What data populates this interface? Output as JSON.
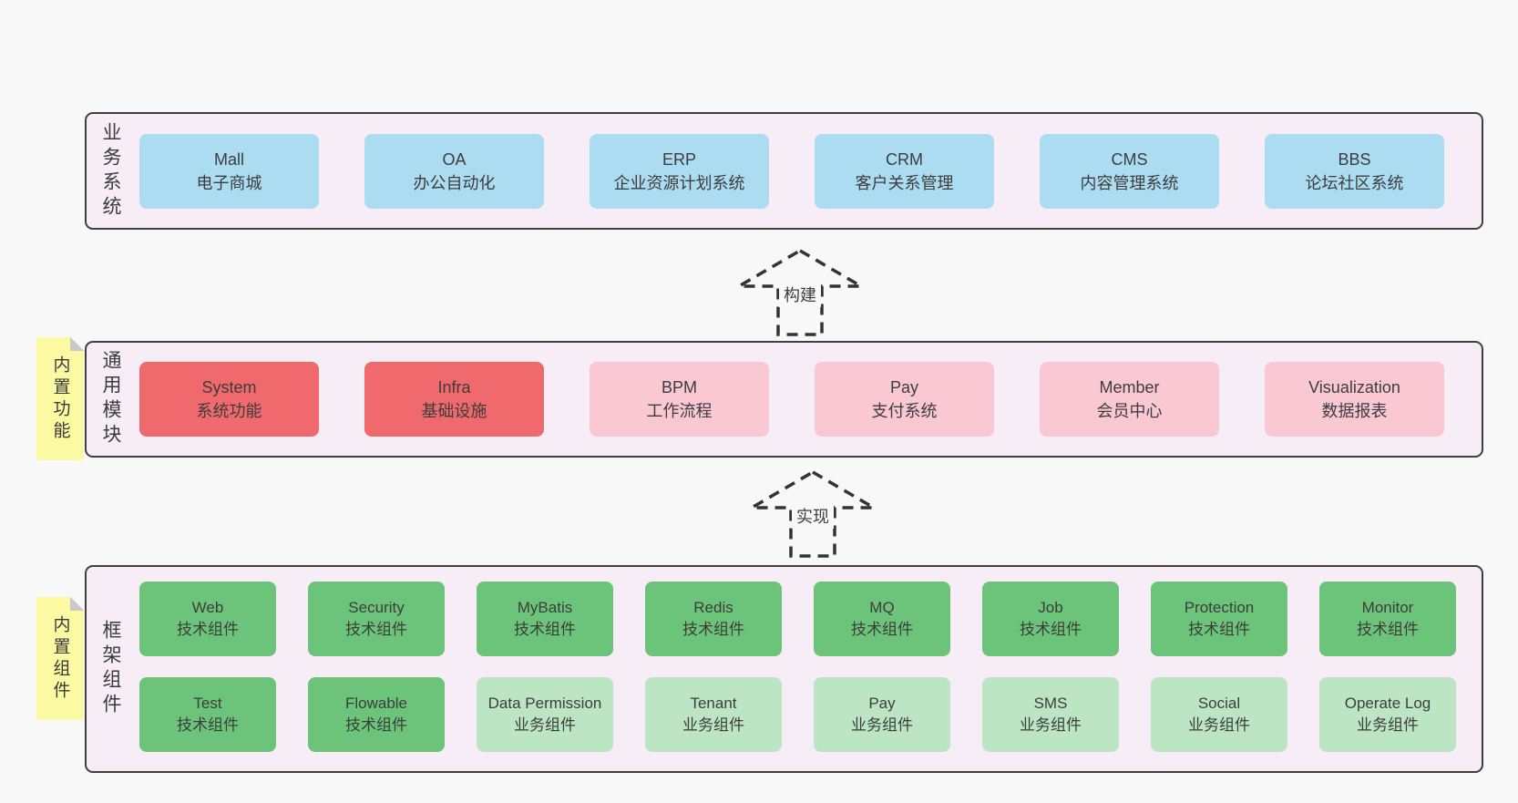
{
  "layers": [
    {
      "id": "business",
      "label": "业务系统",
      "boxes": [
        {
          "name": "Mall",
          "desc": "电子商城",
          "variant": "blue"
        },
        {
          "name": "OA",
          "desc": "办公自动化",
          "variant": "blue"
        },
        {
          "name": "ERP",
          "desc": "企业资源计划系统",
          "variant": "blue"
        },
        {
          "name": "CRM",
          "desc": "客户关系管理",
          "variant": "blue"
        },
        {
          "name": "CMS",
          "desc": "内容管理系统",
          "variant": "blue"
        },
        {
          "name": "BBS",
          "desc": "论坛社区系统",
          "variant": "blue"
        }
      ]
    },
    {
      "id": "common-modules",
      "label": "通用模块",
      "sticky": "内置功能",
      "boxes": [
        {
          "name": "System",
          "desc": "系统功能",
          "variant": "red"
        },
        {
          "name": "Infra",
          "desc": "基础设施",
          "variant": "red"
        },
        {
          "name": "BPM",
          "desc": "工作流程",
          "variant": "pink"
        },
        {
          "name": "Pay",
          "desc": "支付系统",
          "variant": "pink"
        },
        {
          "name": "Member",
          "desc": "会员中心",
          "variant": "pink"
        },
        {
          "name": "Visualization",
          "desc": "数据报表",
          "variant": "pink"
        }
      ]
    },
    {
      "id": "framework-components",
      "label": "框架组件",
      "sticky": "内置组件",
      "rows": [
        [
          {
            "name": "Web",
            "desc": "技术组件",
            "variant": "green"
          },
          {
            "name": "Security",
            "desc": "技术组件",
            "variant": "green"
          },
          {
            "name": "MyBatis",
            "desc": "技术组件",
            "variant": "green"
          },
          {
            "name": "Redis",
            "desc": "技术组件",
            "variant": "green"
          },
          {
            "name": "MQ",
            "desc": "技术组件",
            "variant": "green"
          },
          {
            "name": "Job",
            "desc": "技术组件",
            "variant": "green"
          },
          {
            "name": "Protection",
            "desc": "技术组件",
            "variant": "green"
          },
          {
            "name": "Monitor",
            "desc": "技术组件",
            "variant": "green"
          }
        ],
        [
          {
            "name": "Test",
            "desc": "技术组件",
            "variant": "green"
          },
          {
            "name": "Flowable",
            "desc": "技术组件",
            "variant": "green"
          },
          {
            "name": "Data Permission",
            "desc": "业务组件",
            "variant": "lightgreen"
          },
          {
            "name": "Tenant",
            "desc": "业务组件",
            "variant": "lightgreen"
          },
          {
            "name": "Pay",
            "desc": "业务组件",
            "variant": "lightgreen"
          },
          {
            "name": "SMS",
            "desc": "业务组件",
            "variant": "lightgreen"
          },
          {
            "name": "Social",
            "desc": "业务组件",
            "variant": "lightgreen"
          },
          {
            "name": "Operate Log",
            "desc": "业务组件",
            "variant": "lightgreen"
          }
        ]
      ]
    }
  ],
  "arrows": [
    {
      "label": "构建"
    },
    {
      "label": "实现"
    }
  ],
  "colors": {
    "page_bg": "#f8f8f8",
    "layer_bg": "#f7edf6",
    "layer_border": "#3f3f3f",
    "business_box": "#abdcf2",
    "core_module_box": "#f0696d",
    "extra_module_box": "#f9c8d3",
    "tech_component_box": "#6bc479",
    "biz_component_box": "#bce5c4",
    "sticky_note": "#fbfaa3",
    "fold": "#c9c9c9",
    "text": "#3d3d3d"
  }
}
